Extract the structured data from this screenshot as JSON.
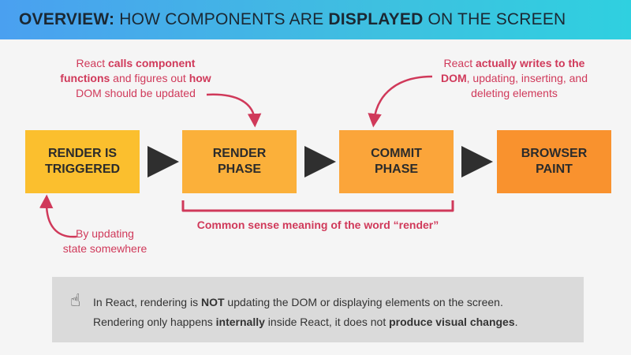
{
  "header": {
    "title_part1": "OVERVIEW:",
    "title_part2": " HOW COMPONENTS ARE ",
    "title_part3": "DISPLAYED",
    "title_part4": " ON THE SCREEN"
  },
  "stages": [
    {
      "label": "RENDER IS\nTRIGGERED",
      "color": "#fbbf2e"
    },
    {
      "label": "RENDER\nPHASE",
      "color": "#fbb03a"
    },
    {
      "label": "COMMIT\nPHASE",
      "color": "#fba53a"
    },
    {
      "label": "BROWSER\nPAINT",
      "color": "#f9922e"
    }
  ],
  "annotations": {
    "render_phase": {
      "l1_a": "React ",
      "l1_b": "calls component",
      "l2_a": "functions",
      "l2_b": " and figures out ",
      "l2_c": "how",
      "l3": "DOM should be updated"
    },
    "commit_phase": {
      "l1_a": "React ",
      "l1_b": "actually writes to the",
      "l2_a": "DOM",
      "l2_b": ", updating, inserting, and",
      "l3": "deleting elements"
    },
    "trigger": {
      "l1": "By updating",
      "l2": "state somewhere"
    }
  },
  "bracket_label": "Common sense meaning of the word “render”",
  "note": {
    "icon": "☝",
    "line1_a": "In React, rendering is ",
    "line1_b": "NOT",
    "line1_c": " updating the DOM or displaying elements on the screen.",
    "line2_a": "Rendering only happens ",
    "line2_b": "internally",
    "line2_c": " inside React, it does not ",
    "line2_d": "produce visual changes",
    "line2_e": "."
  },
  "colors": {
    "accent_text": "#d0395a",
    "arrow": "#2f2f2f"
  }
}
